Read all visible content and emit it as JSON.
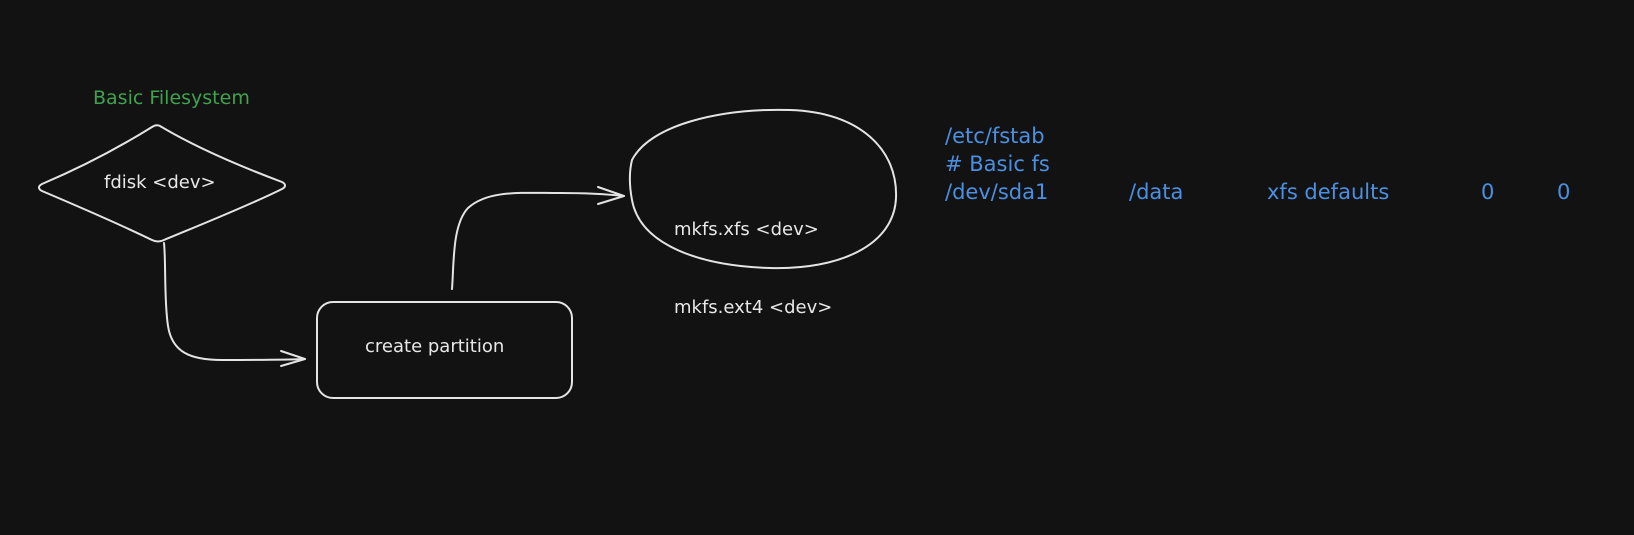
{
  "diagram": {
    "title": "Basic Filesystem",
    "nodes": {
      "fdisk": {
        "label": "fdisk <dev>",
        "shape": "diamond"
      },
      "create_partition": {
        "label": "create partition",
        "shape": "rounded-rectangle"
      },
      "mkfs": {
        "lines": [
          "mkfs.xfs <dev>",
          "mkfs.ext4 <dev>"
        ],
        "shape": "ellipse"
      }
    },
    "edges": [
      {
        "from": "fdisk",
        "to": "create_partition"
      },
      {
        "from": "create_partition",
        "to": "mkfs"
      }
    ],
    "fstab": {
      "path": "/etc/fstab",
      "comment": "# Basic fs",
      "entry": {
        "device": "/dev/sda1",
        "mount_point": "/data",
        "fs_type_options": "xfs defaults",
        "dump": "0",
        "pass": "0"
      }
    }
  },
  "colors": {
    "background": "#121212",
    "stroke": "#e4e4e4",
    "node_text": "#e8e8e8",
    "title": "#3fa34d",
    "fstab_text": "#4a90e2"
  }
}
